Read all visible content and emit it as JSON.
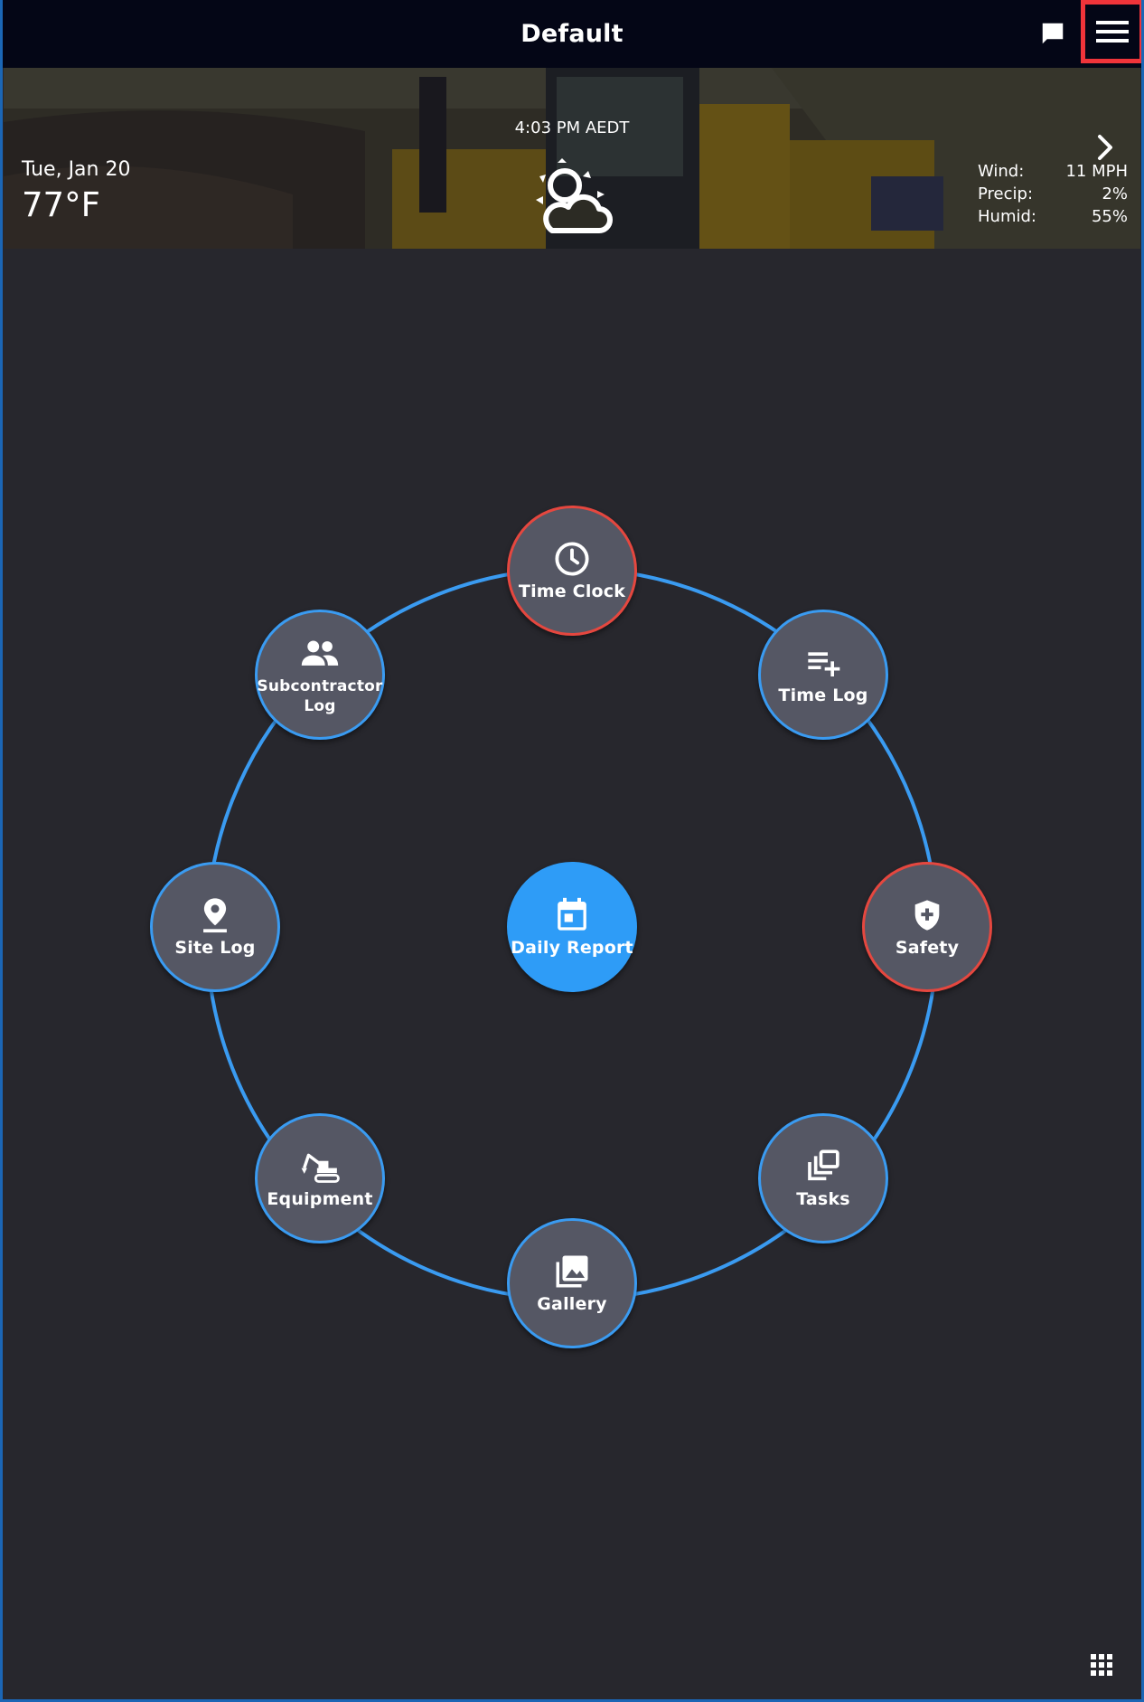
{
  "header": {
    "title": "Default"
  },
  "weather": {
    "date": "Tue, Jan 20",
    "temperature": "77°F",
    "time": "4:03 PM AEDT",
    "stats": [
      {
        "label": "Wind:",
        "value": "11 MPH"
      },
      {
        "label": "Precip:",
        "value": "2%"
      },
      {
        "label": "Humid:",
        "value": "55%"
      }
    ]
  },
  "dial": {
    "center": {
      "label": "Daily Report",
      "icon": "calendar-icon"
    },
    "items": [
      {
        "label": "Time Clock",
        "icon": "clock-icon",
        "alert": true
      },
      {
        "label": "Time Log",
        "icon": "playlist-add-icon",
        "alert": false
      },
      {
        "label": "Safety",
        "icon": "shield-plus-icon",
        "alert": true
      },
      {
        "label": "Tasks",
        "icon": "stacked-cards-icon",
        "alert": false
      },
      {
        "label": "Gallery",
        "icon": "photo-library-icon",
        "alert": false
      },
      {
        "label": "Equipment",
        "icon": "excavator-icon",
        "alert": false
      },
      {
        "label": "Site Log",
        "icon": "map-pin-icon",
        "alert": false
      },
      {
        "label": "Subcontractor Log",
        "icon": "people-icon",
        "alert": false
      }
    ]
  },
  "colors": {
    "accent": "#2e9cf7",
    "ring": "#3a9bf1",
    "alert": "#e5473f",
    "highlight": "#f0343a"
  }
}
